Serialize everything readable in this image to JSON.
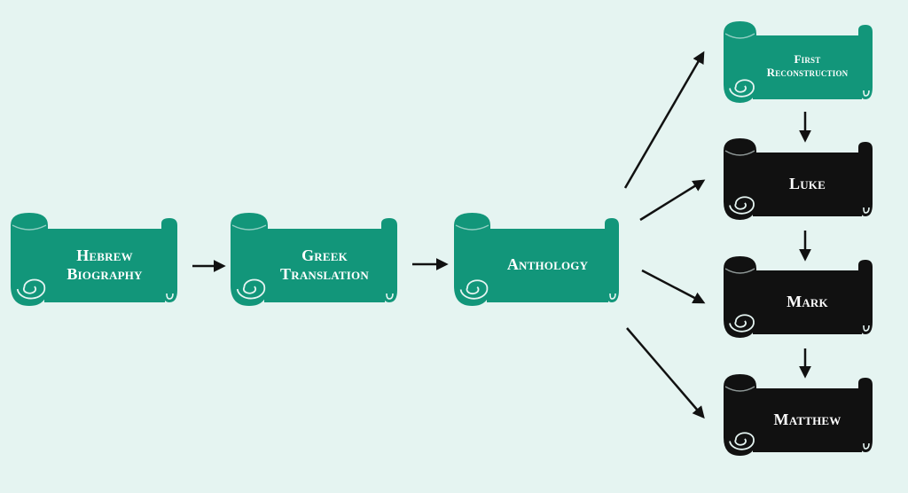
{
  "colors": {
    "background": "#e5f4f1",
    "green": "#12967a",
    "black": "#111111",
    "arrow": "#111111"
  },
  "scrolls": {
    "hebrew_biography": {
      "lines": [
        "Hebrew",
        "Biography"
      ],
      "color": "green"
    },
    "greek_translation": {
      "lines": [
        "Greek",
        "Translation"
      ],
      "color": "green"
    },
    "anthology": {
      "lines": [
        "Anthology"
      ],
      "color": "green"
    },
    "first_reconstruction": {
      "lines": [
        "First",
        "Reconstruction"
      ],
      "color": "green"
    },
    "luke": {
      "lines": [
        "Luke"
      ],
      "color": "black"
    },
    "mark": {
      "lines": [
        "Mark"
      ],
      "color": "black"
    },
    "matthew": {
      "lines": [
        "Matthew"
      ],
      "color": "black"
    }
  }
}
